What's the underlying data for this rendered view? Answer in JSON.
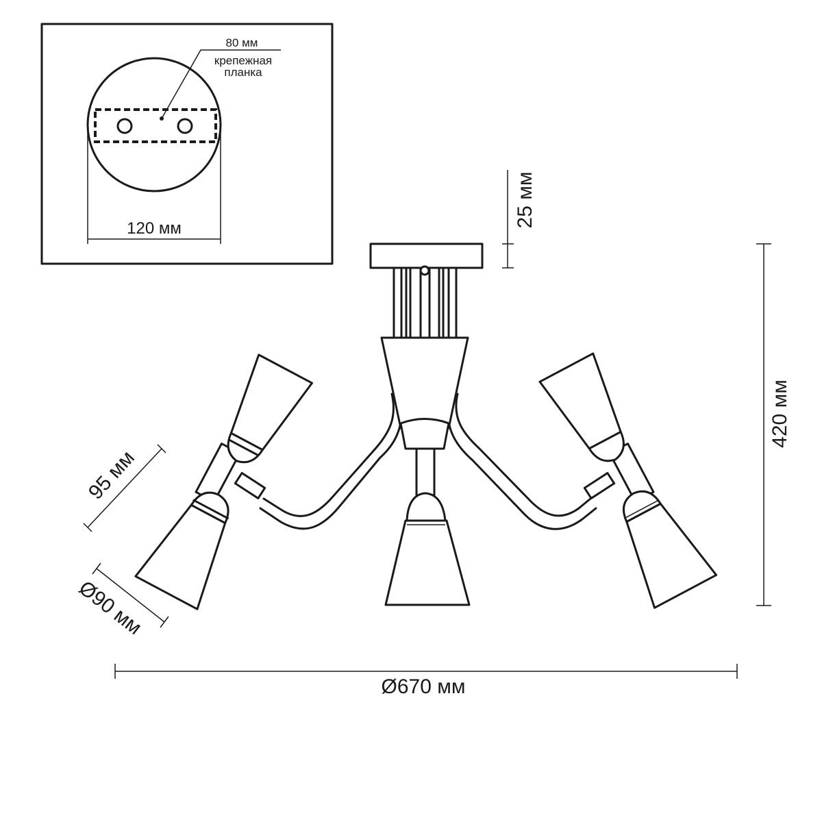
{
  "labels": {
    "plate_hole_spacing": "80 мм",
    "mounting_plate_line1": "крепежная",
    "mounting_plate_line2": "планка",
    "canopy_diameter": "120 мм",
    "canopy_height": "25 мм",
    "total_height": "420 мм",
    "shade_length": "95 мм",
    "shade_diameter": "Ø90 мм",
    "total_diameter": "Ø670 мм"
  }
}
